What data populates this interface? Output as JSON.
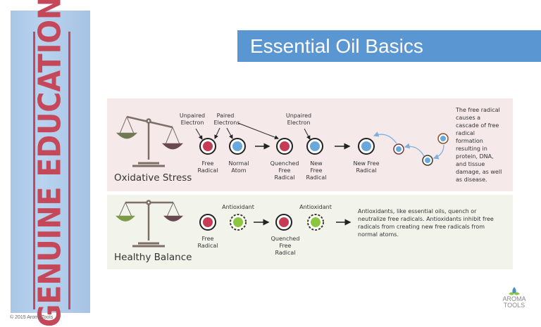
{
  "banner": {
    "text": "GENUINE EDUCATION"
  },
  "copyright": "© 2015 AromaTools",
  "title": "Essential Oil Basics",
  "oxidative": {
    "heading": "Oxidative Stress",
    "callouts": {
      "unpaired1": [
        "Unpaired",
        "Electron"
      ],
      "paired": [
        "Paired",
        "Electrons"
      ],
      "unpaired2": [
        "Unpaired",
        "Electron"
      ]
    },
    "labels": {
      "free_radical": [
        "Free",
        "Radical"
      ],
      "normal_atom": [
        "Normal",
        "Atom"
      ],
      "quenched": [
        "Quenched",
        "Free",
        "Radical"
      ],
      "new_free": [
        "New",
        "Free",
        "Radical"
      ],
      "new_free_radical": [
        "New Free",
        "Radical"
      ]
    },
    "description": [
      "The free radical",
      "causes a",
      "cascade of free",
      "radical",
      "formation",
      "resulting in",
      "protein, DNA,",
      "and tissue",
      "damage, as well",
      "as disease."
    ]
  },
  "healthy": {
    "heading": "Healthy Balance",
    "antioxidant_label": "Antioxidant",
    "labels": {
      "free_radical": [
        "Free",
        "Radical"
      ],
      "quenched": [
        "Quenched",
        "Free",
        "Radical"
      ]
    },
    "description": [
      "Antioxidants, like essential oils, quench or",
      "neutralize free radicals. Antioxidants inhibit free",
      "radicals from creating new free radicals from",
      "normal atoms."
    ]
  },
  "logo": {
    "line1": "AROMA",
    "line2": "TOOLS"
  },
  "colors": {
    "title_bar": "#5a96d2",
    "radical": "#c63c55",
    "atom": "#6aa8dc",
    "antioxidant": "#8cc63f",
    "oxidative_bg": "#f6e9ea",
    "healthy_bg": "#f2f4ec"
  }
}
